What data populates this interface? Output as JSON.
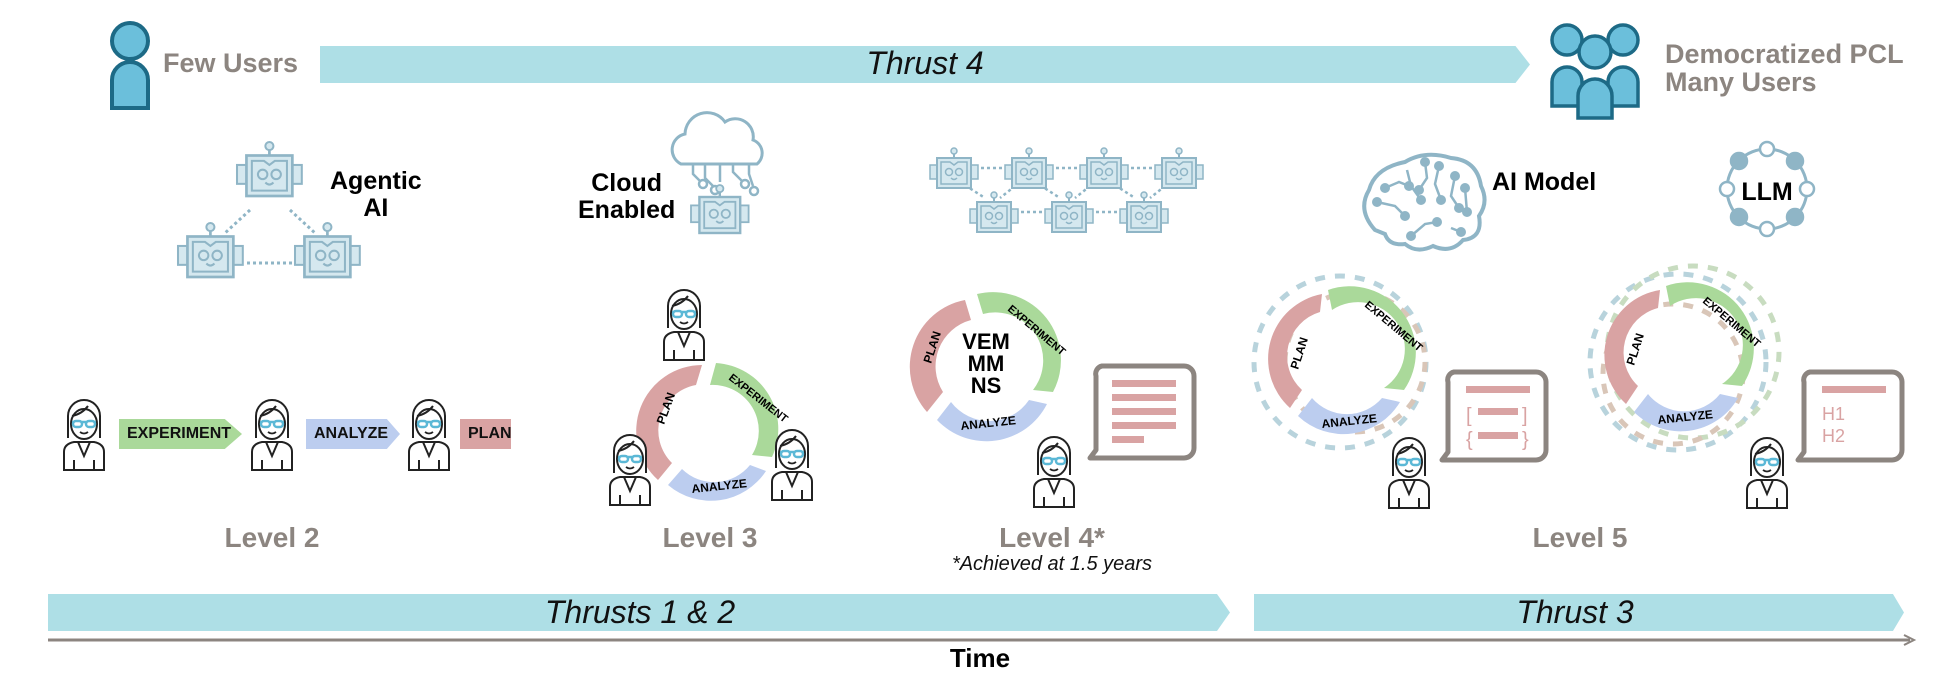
{
  "header": {
    "left_label": "Few Users",
    "right_label_line1": "Democratized PCL",
    "right_label_line2": "Many Users",
    "top_thrust": "Thrust 4"
  },
  "levels": [
    {
      "name": "Level 2",
      "capability_line1": "Agentic",
      "capability_line2": "AI",
      "steps": [
        "EXPERIMENT",
        "ANALYZE",
        "PLAN"
      ]
    },
    {
      "name": "Level 3",
      "capability_line1": "Cloud",
      "capability_line2": "Enabled",
      "cycle": [
        "PLAN",
        "EXPERIMENT",
        "ANALYZE"
      ]
    },
    {
      "name": "Level 4*",
      "note": "*Achieved at 1.5 years",
      "cycle": [
        "PLAN",
        "EXPERIMENT",
        "ANALYZE"
      ],
      "cycle_center": [
        "VEM",
        "MM",
        "NS"
      ]
    },
    {
      "name": "Level 5",
      "capability_a": "AI Model",
      "capability_b": "LLM",
      "cycle": [
        "PLAN",
        "EXPERIMENT",
        "ANALYZE"
      ],
      "bubble_b_lines": [
        "H1",
        "H2"
      ]
    }
  ],
  "bottom": {
    "thrust_left": "Thrusts 1 & 2",
    "thrust_right": "Thrust 3",
    "axis_label": "Time"
  },
  "colors": {
    "thrust_bar": "#aedfe6",
    "experiment": "#aad99a",
    "analyze": "#bccdef",
    "plan": "#d9a3a3",
    "robot_fill": "#d5e8ef",
    "robot_stroke": "#8fb5c6",
    "user_fill": "#6bbfdb",
    "user_stroke": "#1d6a86",
    "gray_text": "#8c8580"
  }
}
